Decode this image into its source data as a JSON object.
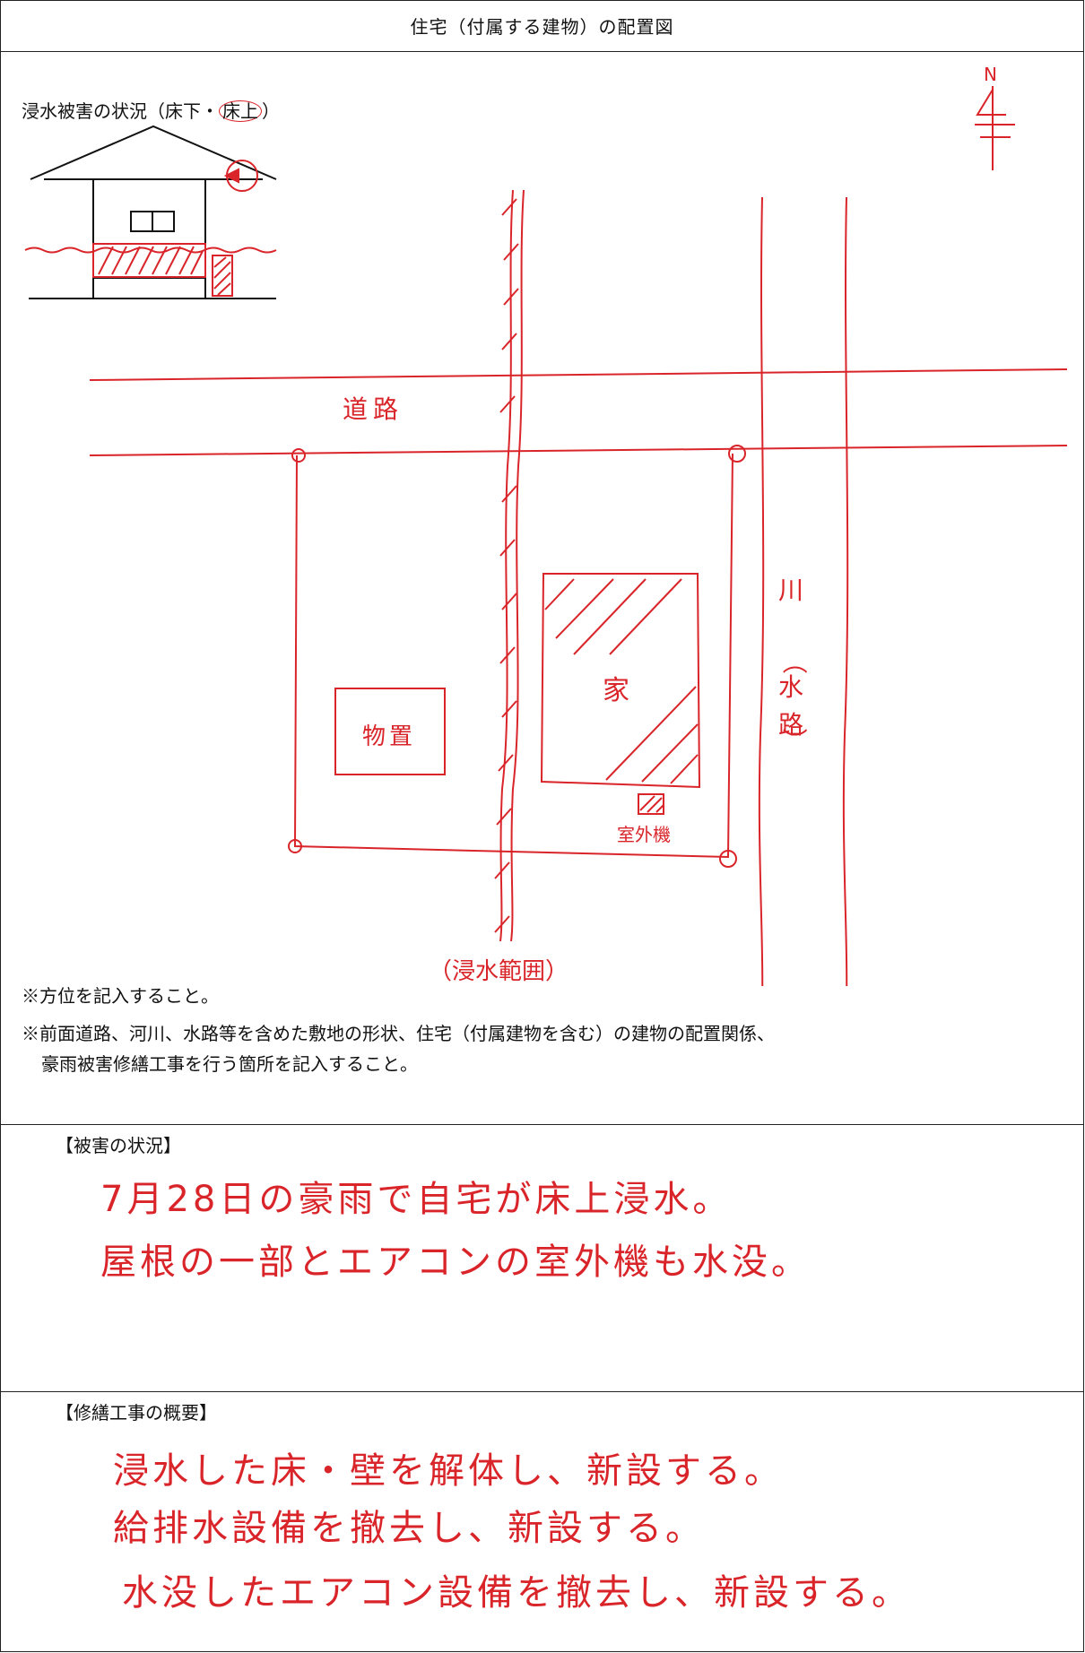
{
  "title": "住宅（付属する建物）の配置図",
  "flood_status": {
    "prefix": "浸水被害の状況（床下・",
    "selected": "床上",
    "suffix": "）"
  },
  "compass": {
    "north": "N"
  },
  "map": {
    "road": "道路",
    "river_top": "川",
    "river_paren_open": "（",
    "river_mid1": "水",
    "river_mid2": "路",
    "river_paren_close": "）",
    "house": "家",
    "shed": "物置",
    "outdoor_unit": "室外機",
    "flood_range": "（浸水範囲）"
  },
  "notes": {
    "note1": "※方位を記入すること。",
    "note2_line1": "※前面道路、河川、水路等を含めた敷地の形状、住宅（付属建物を含む）の建物の配置関係、",
    "note2_line2": "豪雨被害修繕工事を行う箇所を記入すること。"
  },
  "damage": {
    "heading": "【被害の状況】",
    "lines": [
      "7月28日の豪雨で自宅が床上浸水。",
      "屋根の一部とエアコンの室外機も水没。"
    ]
  },
  "repair": {
    "heading": "【修繕工事の概要】",
    "lines": [
      "浸水した床・壁を解体し、新設する。",
      "給排水設備を撤去し、新設する。",
      "水没したエアコン設備を撤去し、新設する。"
    ]
  },
  "colors": {
    "ink_red": "#d9252a",
    "ink_black": "#111111"
  }
}
